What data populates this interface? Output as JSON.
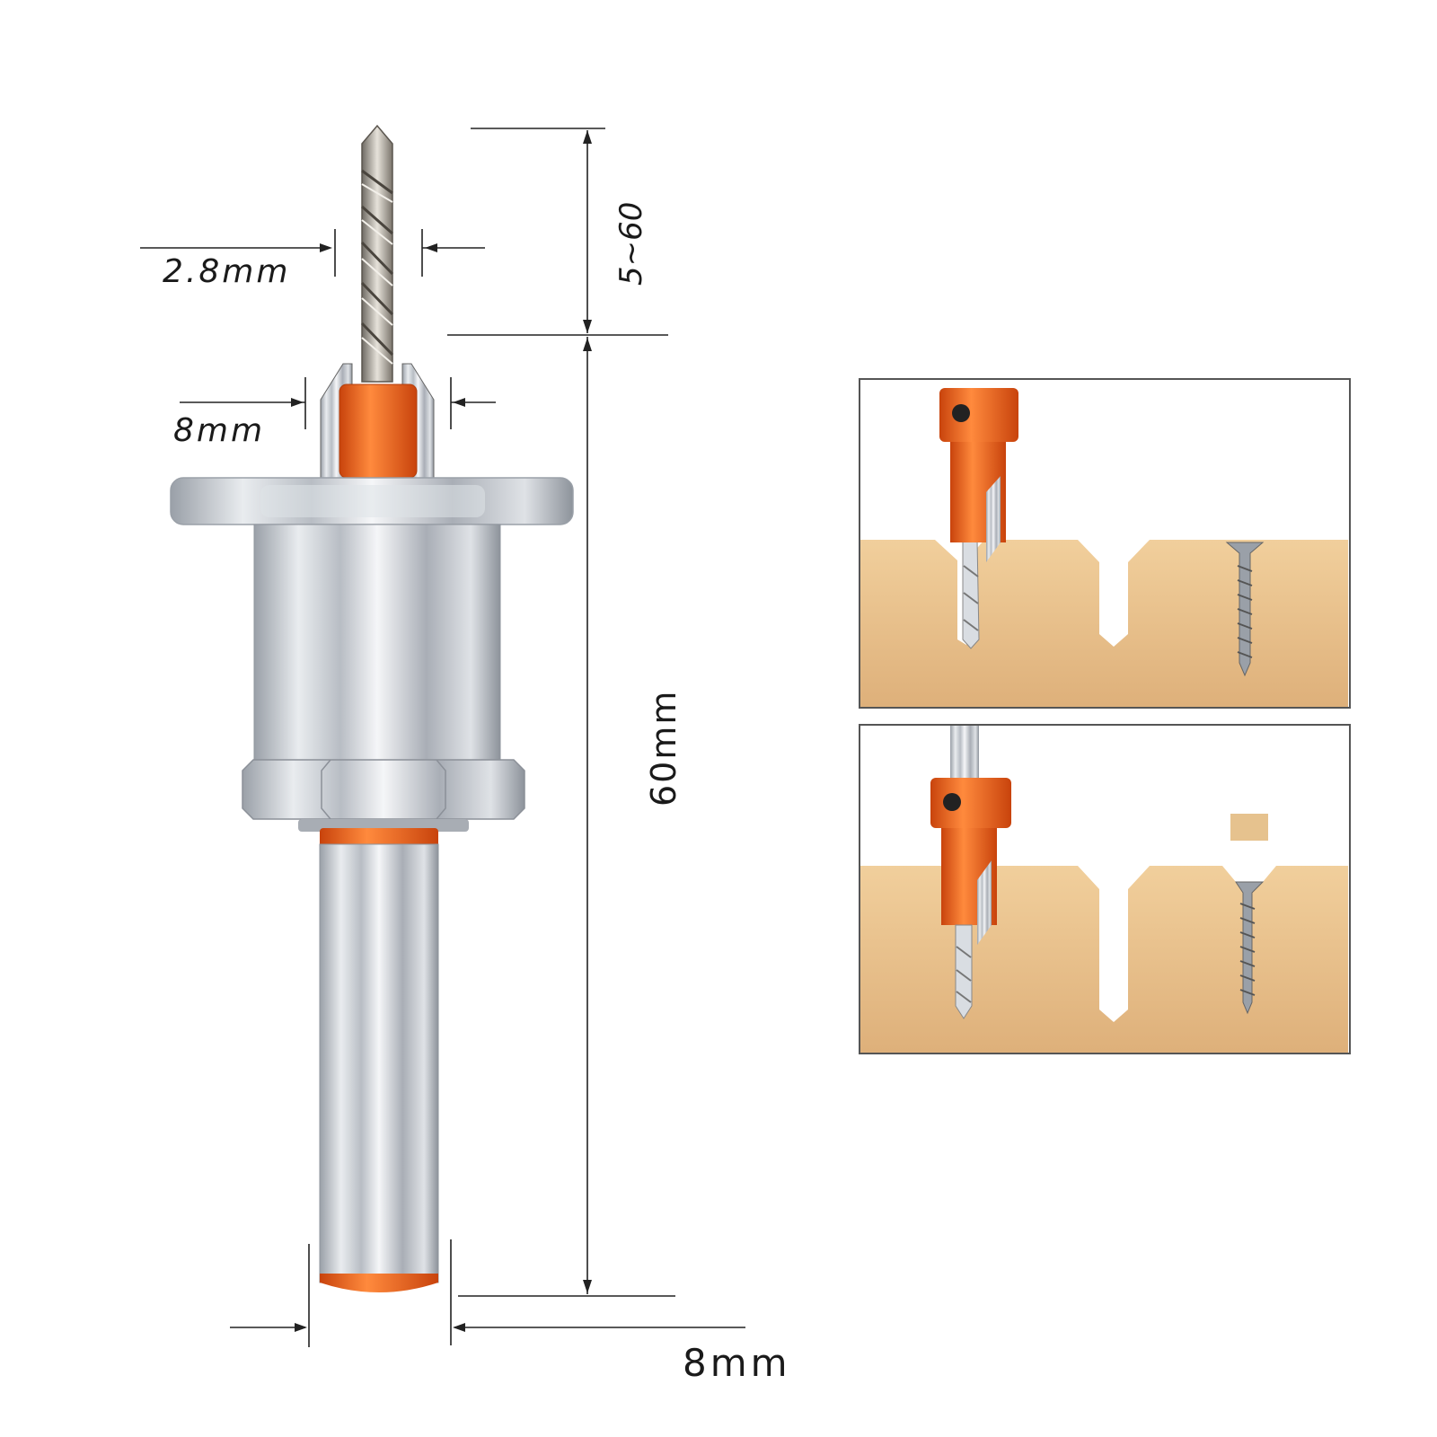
{
  "dimensions": {
    "drill_diameter": "2.8mm",
    "countersink_diameter": "8mm",
    "depth_range": "5~60",
    "overall_length": "60mm",
    "shank_diameter": "8mm"
  },
  "colors": {
    "orange": "#f0661e",
    "steel": "#c8ccd2",
    "wood": "#e9c28d",
    "frame": "#555555"
  },
  "icons": {
    "main": "countersink-drill-bit-icon",
    "panel_top": "drilling-pilot-hole-icon",
    "panel_bottom": "countersunk-screw-icon"
  }
}
